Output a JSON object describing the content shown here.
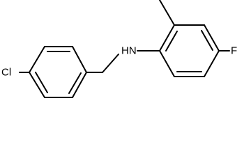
{
  "diagram": {
    "labels": {
      "chlorine": "Cl",
      "amine": "HN",
      "fluorine": "F"
    },
    "colors": {
      "bond": "#000000",
      "text": "#000000",
      "background": "#ffffff"
    }
  }
}
